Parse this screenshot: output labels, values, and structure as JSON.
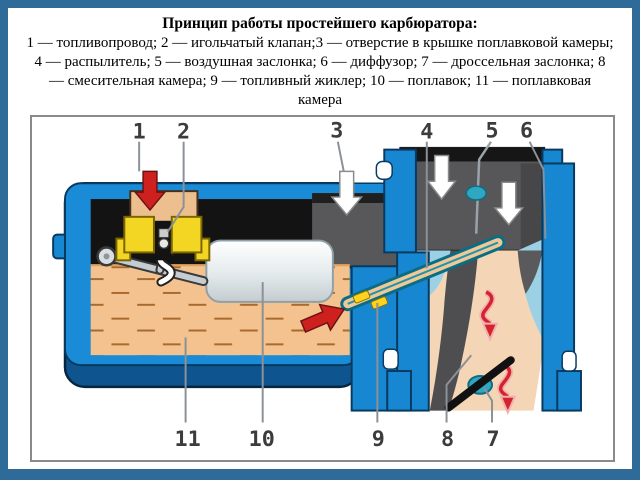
{
  "window": {
    "background": "#ffffff",
    "border_color": "#2e6b99",
    "frame_border_color": "#8a8a8a"
  },
  "title": {
    "heading": "Принцип работы простейшего карбюратора:",
    "legend_lines": [
      "1 — топливопровод; 2 — игольчатый клапан;3 — отверстие в крышке поплавковой камеры;",
      "4 — распылитель; 5 — воздушная заслонка; 6 — диффузор; 7 — дроссельная заслонка; 8",
      "— смесительная камера; 9 — топливный жиклер; 10 — поплавок; 11 — поплавковая",
      "камера"
    ]
  },
  "diagram": {
    "labels": {
      "top": [
        "1",
        "2",
        "3",
        "4",
        "5",
        "6"
      ],
      "bottom": [
        "11",
        "10",
        "9",
        "8",
        "7"
      ]
    },
    "colors": {
      "body_blue": "#1787d2",
      "body_navy": "#0e558f",
      "outline_navy": "#083a60",
      "fuel_tan": "#f3c28e",
      "fuel_dash": "#a96a2e",
      "cover_black": "#131313",
      "intake_gray": "#57575a",
      "diffuser_light_blue": "#9cd0e4",
      "mixture_peach": "#f4d6b6",
      "valve_yellow": "#f3d623",
      "arrow_red": "#cf2020",
      "sprayer_teal": "#0a6d86",
      "choke_teal": "#2fa7c0",
      "float_white": "#f2f5f6"
    }
  }
}
